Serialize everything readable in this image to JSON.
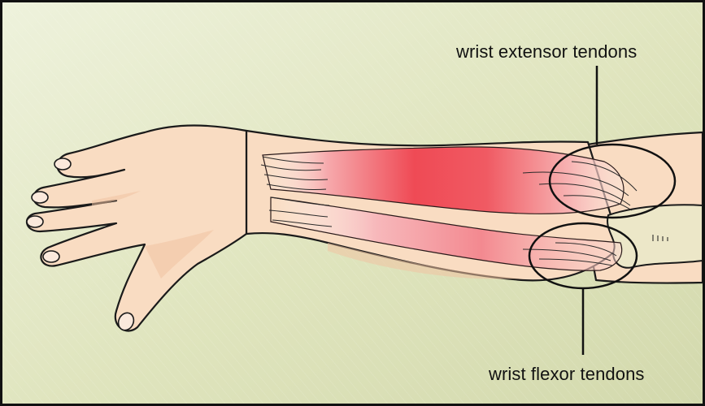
{
  "labels": {
    "extensor": "wrist extensor tendons",
    "flexor": "wrist flexor tendons"
  },
  "colors": {
    "background_light": "#e9eed3",
    "background_dark": "#d6dcb2",
    "skin": "#f9dcc2",
    "skin_shadow": "#f0c3a3",
    "muscle": "#ee4b55",
    "tendon": "#ffffff",
    "bone": "#ece7c8",
    "outline": "#1a1a1a"
  },
  "callouts": [
    {
      "name": "wrist-extensor-tendons",
      "label_key": "labels.extensor"
    },
    {
      "name": "wrist-flexor-tendons",
      "label_key": "labels.flexor"
    }
  ]
}
